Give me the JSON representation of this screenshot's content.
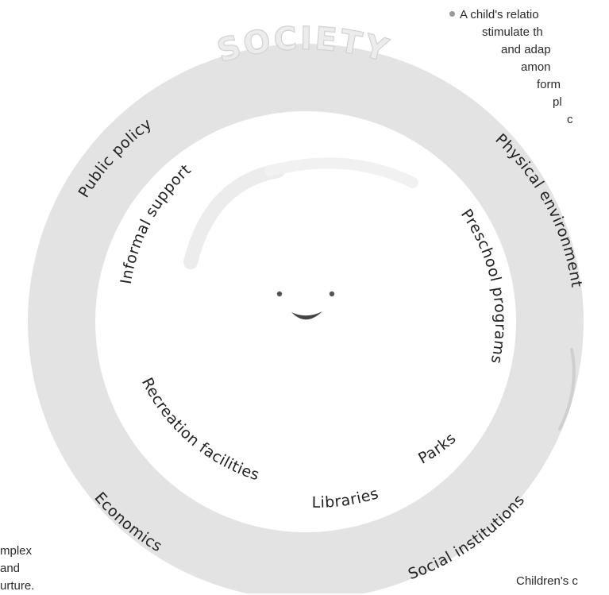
{
  "diagram": {
    "ring_label": "SOCIETY",
    "outer_ring_labels": [
      {
        "id": "public-policy",
        "text": "Public policy"
      },
      {
        "id": "physical-environment",
        "text": "Physical environment"
      },
      {
        "id": "economics",
        "text": "Economics"
      },
      {
        "id": "social-institutions",
        "text": "Social institutions"
      }
    ],
    "inner_labels": [
      {
        "id": "informal-support",
        "text": "Informal support"
      },
      {
        "id": "preschool-programs",
        "text": "Preschool programs"
      },
      {
        "id": "recreation-facilities",
        "text": "Recreation facilities"
      },
      {
        "id": "libraries",
        "text": "Libraries"
      },
      {
        "id": "parks",
        "text": "Parks"
      }
    ],
    "colors": {
      "outer_ring": "#e3e3e3",
      "text": "#222222",
      "face": "#444444"
    }
  },
  "notes": {
    "right": {
      "bullet": "•",
      "lines": [
        "A child's relatio",
        "stimulate th",
        "and adap",
        "amon",
        "form",
        "pl",
        "c"
      ]
    },
    "left": {
      "lines": [
        "mplex",
        "and",
        "urture."
      ]
    },
    "bottom": "Children's c"
  }
}
